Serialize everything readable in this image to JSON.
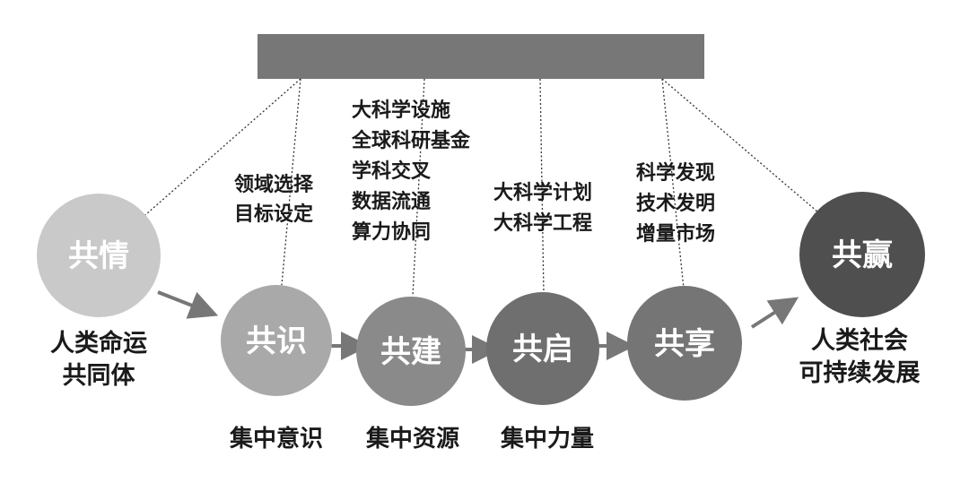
{
  "colors": {
    "bar": "#777777",
    "circle_light": "#c9c9c9",
    "circle_mid": "#a9a9a9",
    "circle_midDark": "#8a8a8a",
    "circle_dark": "#6f6f6f",
    "circle_darker": "#757575",
    "circle_darkest": "#4f4f4f",
    "arrow": "#777777",
    "text": "#1a1a1a"
  },
  "nodes": [
    {
      "id": "gongqing",
      "label": "共情"
    },
    {
      "id": "gongshi",
      "label": "共识"
    },
    {
      "id": "gongjian",
      "label": "共建"
    },
    {
      "id": "gongqi",
      "label": "共启"
    },
    {
      "id": "gongxiang",
      "label": "共享"
    },
    {
      "id": "gongying",
      "label": "共赢"
    }
  ],
  "left_caption": [
    "人类命运",
    "共同体"
  ],
  "right_caption": [
    "人类社会",
    "可持续发展"
  ],
  "bottom_captions": [
    "集中意识",
    "集中资源",
    "集中力量"
  ],
  "annotations": {
    "gongshi": [
      "领域选择",
      "目标设定"
    ],
    "gongjian": [
      "大科学设施",
      "全球科研基金",
      "学科交叉",
      "数据流通",
      "算力协同"
    ],
    "gongqi": [
      "大科学计划",
      "大科学工程"
    ],
    "gongxiang": [
      "科学发现",
      "技术发明",
      "增量市场"
    ]
  }
}
